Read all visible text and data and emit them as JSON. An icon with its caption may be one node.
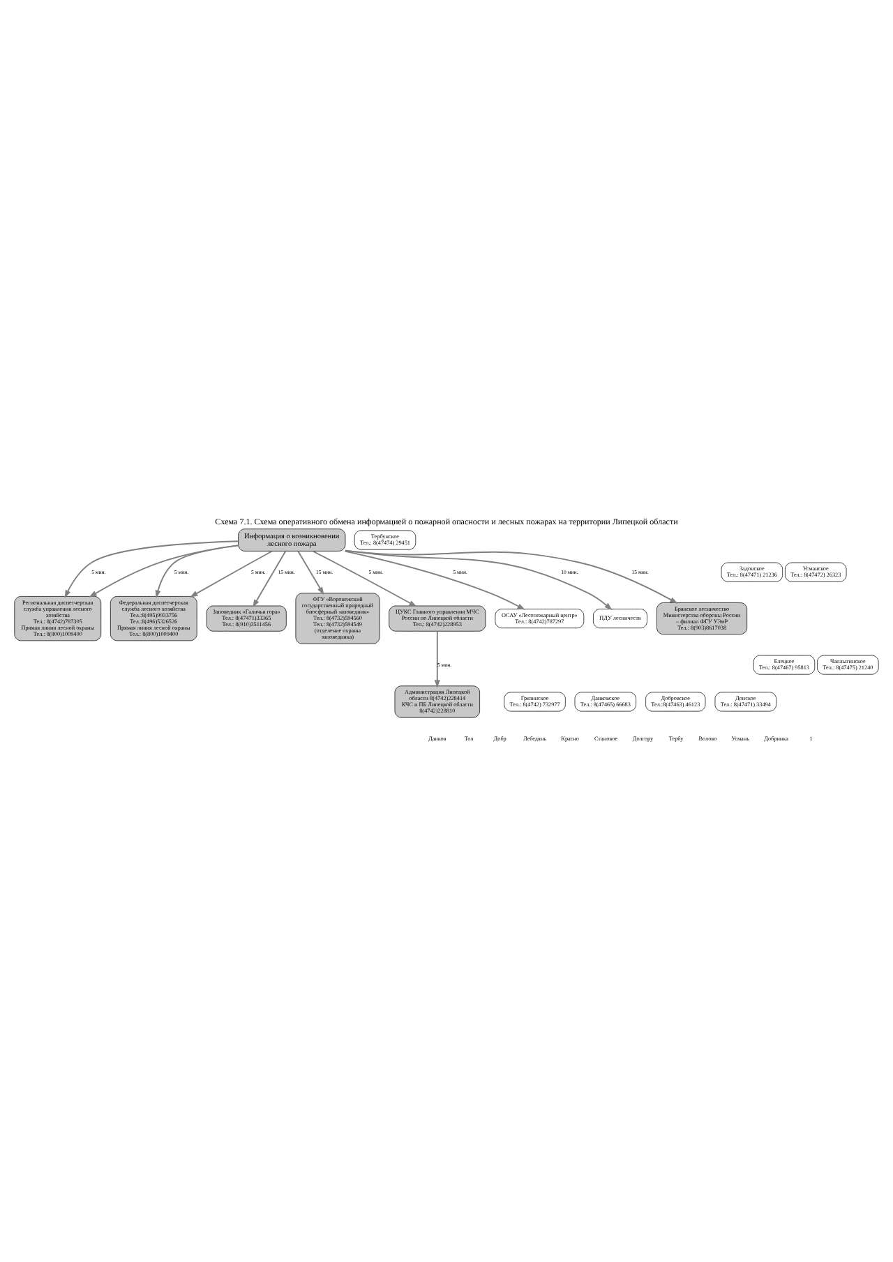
{
  "diagram": {
    "title": "Схема 7.1. Схема оперативного обмена информацией о пожарной опасности и лесных пожарах на территории Липецкой области",
    "nodes": [
      {
        "text": [
          "Информация о возникновении лесного пожара"
        ]
      },
      {
        "text": [
          "Региональная диспетчерская служба управления лесного хозяйства",
          "Тел.: 8(4742)787305",
          "Прямая линия лесной охраны",
          "Тел.: 8(800)1009400"
        ]
      },
      {
        "text": [
          "Федеральная диспетчерская служба лесного хозяйства",
          "Тел.:8(495)9933756",
          "Тел.:8(496)5326526",
          "Прямая линия лесной охраны",
          "Тел.: 8(800)1009400"
        ]
      },
      {
        "text": [
          "Заповедник «Галичья гора»",
          "Тел.: 8(47471)33365",
          "Тел.: 8(910)3511456"
        ]
      },
      {
        "text": [
          "ФГУ «Воронежский государственный природный биосферный заповедник»",
          "Тел.: 8(4732)594560",
          "Тел.: 8(4732)594549",
          "(отделение охраны заповедника)"
        ]
      },
      {
        "text": [
          "ЦУКС Главного управления МЧС России по Липецкой области",
          "Тел.: 8(4742)228953"
        ]
      },
      {
        "text": [
          "Администрация Липецкой области 8(4742)228414",
          "КЧС и ПБ Липецкой области 8(4742)228810"
        ]
      },
      {
        "text": [
          "ОСАУ «Лесопожарный центр»",
          "Тел.: 8(4742)787297"
        ]
      },
      {
        "text": [
          "ПДУ лесничеств"
        ]
      },
      {
        "text": [
          "Грязинское",
          "Тел.: 8(4742) 732977"
        ]
      },
      {
        "text": [
          "Данковское",
          "Тел.: 8(47465) 66683"
        ]
      },
      {
        "text": [
          "Добровское",
          "Тел.:8(47463) 46123"
        ]
      },
      {
        "text": [
          "Донское",
          "Тел.: 8(47471) 33494"
        ]
      },
      {
        "text": [
          "Задонское",
          "Тел.: 8(47471) 21236"
        ]
      },
      {
        "text": [
          "Елецкое",
          "Тел.: 8(47467) 95813"
        ]
      },
      {
        "text": [
          "Тербунское",
          "Тел.: 8(47474) 29451"
        ]
      },
      {
        "text": [
          "Усманское",
          "Тел.: 8(47472) 26323"
        ]
      },
      {
        "text": [
          "Чаплыгинское",
          "Тел.: 8(47475) 21240"
        ]
      },
      {
        "text": [
          "Брянское лесничество Министерства обороны России – филиал ФГУ УЭиР",
          "Тел.: 8(903)8617038"
        ]
      }
    ],
    "edges": [
      {
        "from": 0,
        "to": 1,
        "arrow": "to",
        "label": "5 мин."
      },
      {
        "from": 0,
        "to": 1,
        "arrow": "to"
      },
      {
        "from": 0,
        "to": 2,
        "arrow": "to",
        "label": "5 мин."
      },
      {
        "from": 0,
        "to": 2,
        "arrow": "to",
        "label": "5 мин."
      },
      {
        "from": 0,
        "to": 3,
        "arrow": "to",
        "label": "15 мин."
      },
      {
        "from": 0,
        "to": 4,
        "arrow": "to",
        "label": "15 мин."
      },
      {
        "from": 0,
        "to": 18,
        "arrow": "to",
        "label": "15 мин."
      },
      {
        "from": 0,
        "to": 8,
        "arrow": "to",
        "label": "10 мин."
      },
      {
        "from": 0,
        "to": 7,
        "arrow": "to",
        "label": "5 мин."
      },
      {
        "from": 0,
        "to": 5,
        "arrow": "to",
        "label": "5 мин."
      },
      {
        "from": 5,
        "to": 6,
        "arrow": "to",
        "label": "5 мин."
      }
    ],
    "labels": [
      "Данков",
      "Тол",
      "Добр",
      "Лебедянь",
      "Красно",
      "Становое",
      "Долгору",
      "Тербу",
      "Волово",
      "Усмань",
      "Добринка",
      "1"
    ]
  }
}
